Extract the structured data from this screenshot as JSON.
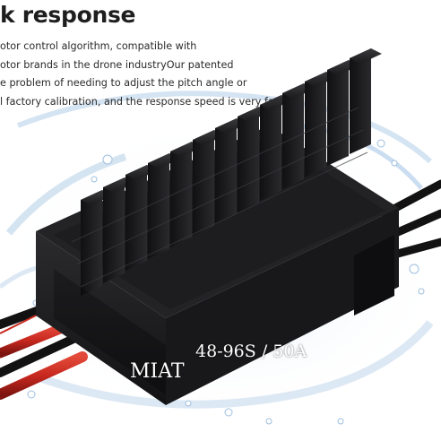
{
  "headline": "k response",
  "description_lines": [
    "otor control algorithm, compatible with",
    "otor brands in the drone industryOur patented",
    "e problem of needing to adjust the pitch angle or",
    "l factory calibration, and the response speed is very fast"
  ],
  "product": {
    "brand": "MIAT",
    "spec": "48-96S / 50A"
  },
  "colors": {
    "housing": "#1b1b1d",
    "heatsink": "#141416",
    "wire_red": "#c8281e",
    "wire_black": "#121212",
    "splash": "#a9c7e6"
  }
}
